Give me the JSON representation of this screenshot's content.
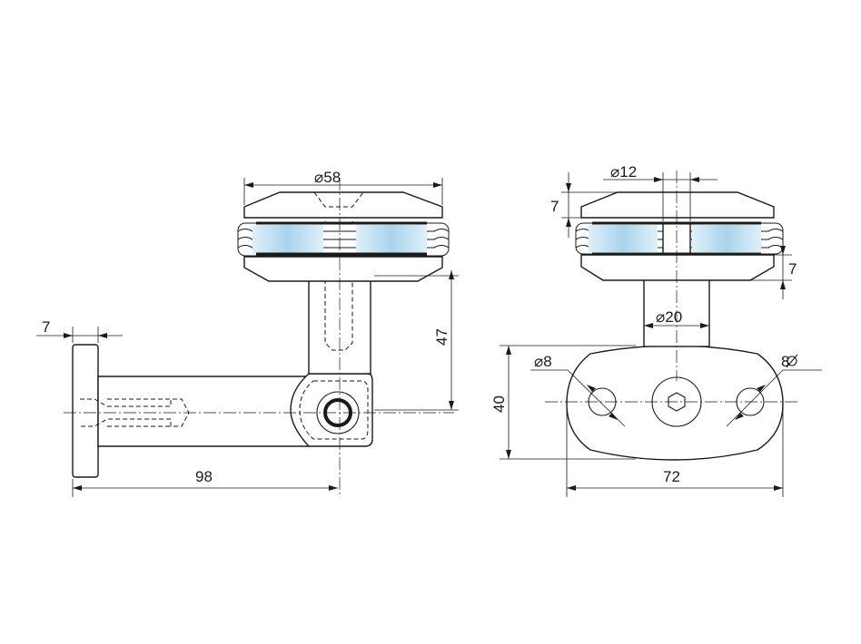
{
  "dimensions": {
    "side_flange_thickness": "7",
    "side_length": "98",
    "side_height": "47",
    "side_diameter_top": "⌀58",
    "front_pin_diameter": "⌀12",
    "front_top_thickness": "7",
    "front_bottom_thickness": "7",
    "front_post_diameter": "⌀20",
    "front_hole_left": "⌀8",
    "front_hole_right": "8",
    "front_height": "40",
    "front_width": "72"
  },
  "colors": {
    "glass": "#a9d3ec",
    "glass_light": "#dff0fa",
    "line": "#1a1a1a"
  }
}
